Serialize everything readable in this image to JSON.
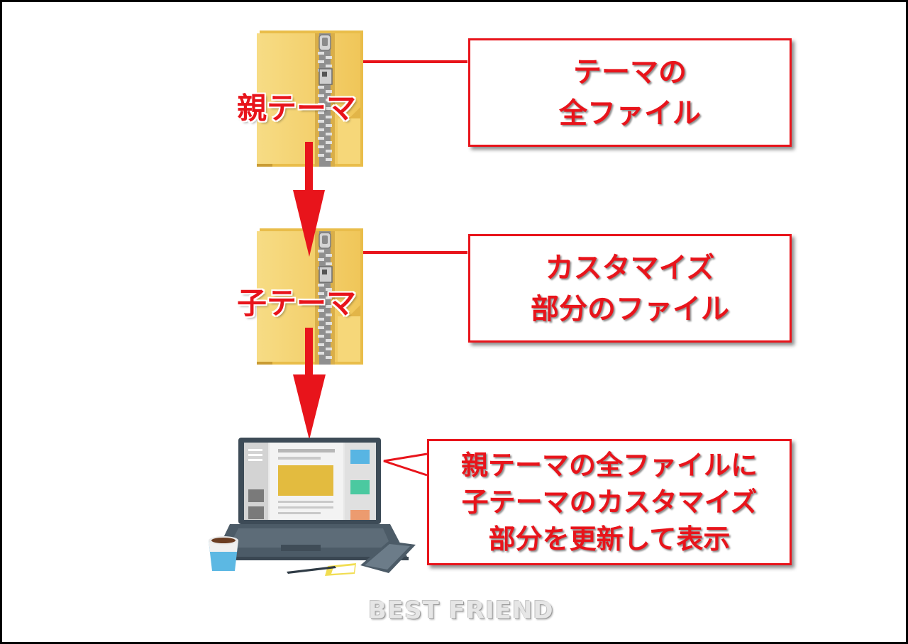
{
  "folders": {
    "parent": {
      "label": "親テーマ",
      "icon": "zip-folder-icon"
    },
    "child": {
      "label": "子テーマ",
      "icon": "zip-folder-icon"
    }
  },
  "callouts": {
    "parent_files": {
      "lines": [
        "テーマの",
        "全ファイル"
      ]
    },
    "child_files": {
      "lines": [
        "カスタマイズ",
        "部分のファイル"
      ]
    },
    "display": {
      "lines": [
        "親テーマの全ファイルに",
        "子テーマのカスタマイズ",
        "部分を更新して表示"
      ]
    }
  },
  "device": {
    "icon": "laptop-icon"
  },
  "watermark": "BEST  FRIEND",
  "colors": {
    "accent_red": "#e8141b",
    "folder_yellow": "#f2cf6e",
    "background": "#ffffff",
    "frame": "#000000"
  }
}
